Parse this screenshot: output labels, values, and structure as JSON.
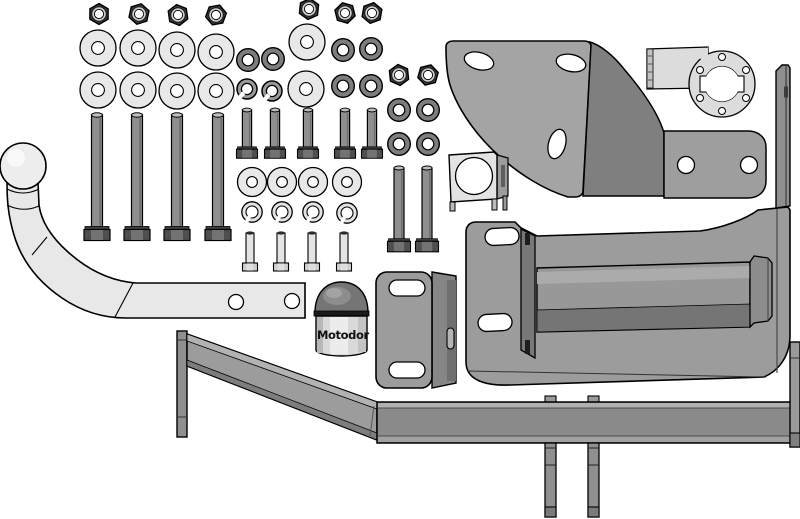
{
  "meta": {
    "type": "technical-parts-diagram",
    "subject": "Towbar (tow hitch) mounting kit — exploded parts illustration",
    "background": "#ffffff",
    "outline_color": "#000000"
  },
  "labels": {
    "ball_cover_text": "Motodor"
  },
  "colors": {
    "part_light": "#e8e8e8",
    "part_medium": "#a2a2a2",
    "part_gray": "#9c9c9c",
    "part_dark": "#7d7d7d",
    "bolt_shaft": "#8f8f8f",
    "bolt_head": "#4f4f4f",
    "nut_dark": "#3a3a3a",
    "washer_light": "#e8e8e8",
    "washer_dark": "#7d7d7d",
    "cover_dome": "#757575",
    "cover_body": "#d9d9d9"
  },
  "parts_inventory": [
    {
      "name": "hex-nut",
      "count": 9
    },
    {
      "name": "flat-washer-large",
      "count": 10
    },
    {
      "name": "flat-washer-medium",
      "count": 4
    },
    {
      "name": "thick-washer-dark",
      "count": 10
    },
    {
      "name": "spring-washer",
      "count": 6
    },
    {
      "name": "bolt-long",
      "count": 4
    },
    {
      "name": "bolt-medium",
      "count": 5
    },
    {
      "name": "bolt-extra-long",
      "count": 2
    },
    {
      "name": "stud-small",
      "count": 4
    },
    {
      "name": "towball-arm",
      "count": 1
    },
    {
      "name": "ball-cover",
      "count": 1
    },
    {
      "name": "clamp-bushing-plate",
      "count": 1
    },
    {
      "name": "upper-mounting-bracket",
      "count": 1
    },
    {
      "name": "socket-mounting-plate",
      "count": 1
    },
    {
      "name": "side-end-plate",
      "count": 1
    },
    {
      "name": "small-mounting-plate",
      "count": 1
    },
    {
      "name": "main-receiver-bracket",
      "count": 1
    },
    {
      "name": "crossbar-beam-assembly",
      "count": 1
    }
  ]
}
